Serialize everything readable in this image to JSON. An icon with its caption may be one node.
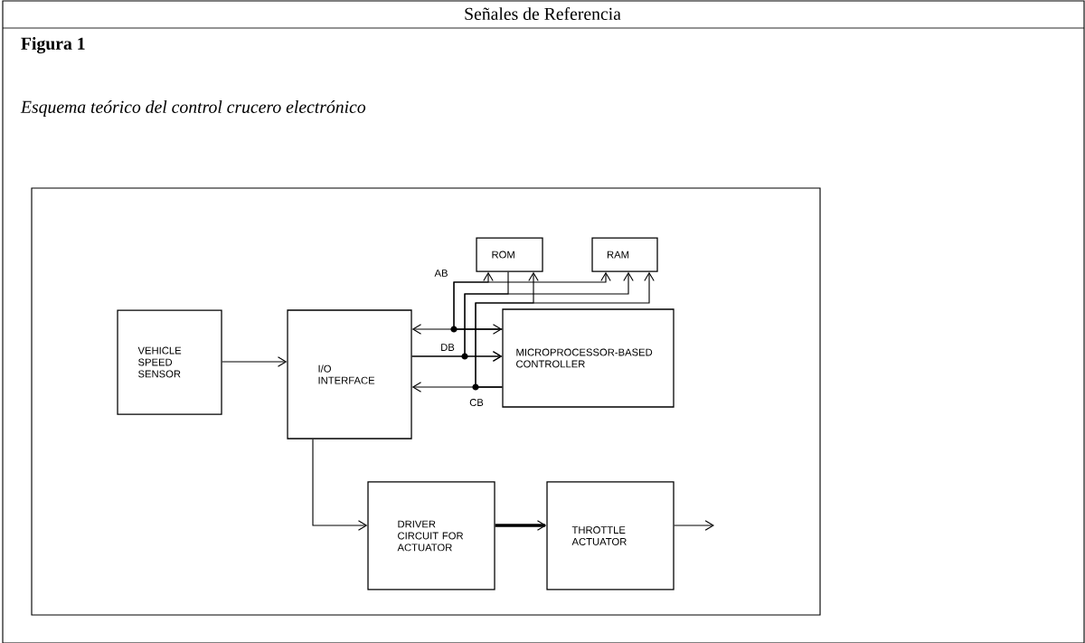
{
  "diagram": {
    "title": "Figura 1",
    "caption": "Esquema teórico del control crucero electrónico",
    "nodes": [
      {
        "text": [
          "VEHICLE SPEED SENSOR"
        ]
      },
      {
        "text": [
          "I/O INTERFACE"
        ]
      },
      {
        "text": [
          "ROM"
        ]
      },
      {
        "text": [
          "RAM"
        ]
      },
      {
        "text": [
          "MICROPROCESSOR-BASED CONTROLLER"
        ]
      },
      {
        "text": [
          "DRIVER CIRCUIT FOR ACTUATOR"
        ]
      },
      {
        "text": [
          "THROTTLE ACTUATOR"
        ]
      }
    ],
    "edges": [
      {
        "from": 0,
        "to": 1,
        "arrow": "to"
      },
      {
        "from": 1,
        "to": 4,
        "arrow": "both"
      },
      {
        "from": 1,
        "to": 4,
        "arrow": "to",
        "label": "DB"
      },
      {
        "from": 4,
        "to": 1,
        "arrow": "to",
        "label": "CB"
      },
      {
        "from": 4,
        "to": 2,
        "arrow": "to",
        "label": "AB"
      },
      {
        "from": 4,
        "to": 3,
        "arrow": "to"
      },
      {
        "from": 2,
        "to": 4,
        "arrow": "to"
      },
      {
        "from": 1,
        "to": 3,
        "arrow": "to"
      },
      {
        "from": 4,
        "to": 2,
        "arrow": "to"
      },
      {
        "from": 4,
        "to": 3,
        "arrow": "to"
      },
      {
        "from": 1,
        "to": 5,
        "arrow": "to"
      },
      {
        "from": 5,
        "to": 6,
        "arrow": "to",
        "style": "thick"
      },
      {
        "from": 6,
        "to": null,
        "arrow": "to"
      }
    ],
    "labels": [
      "Señales de Referencia"
    ]
  }
}
